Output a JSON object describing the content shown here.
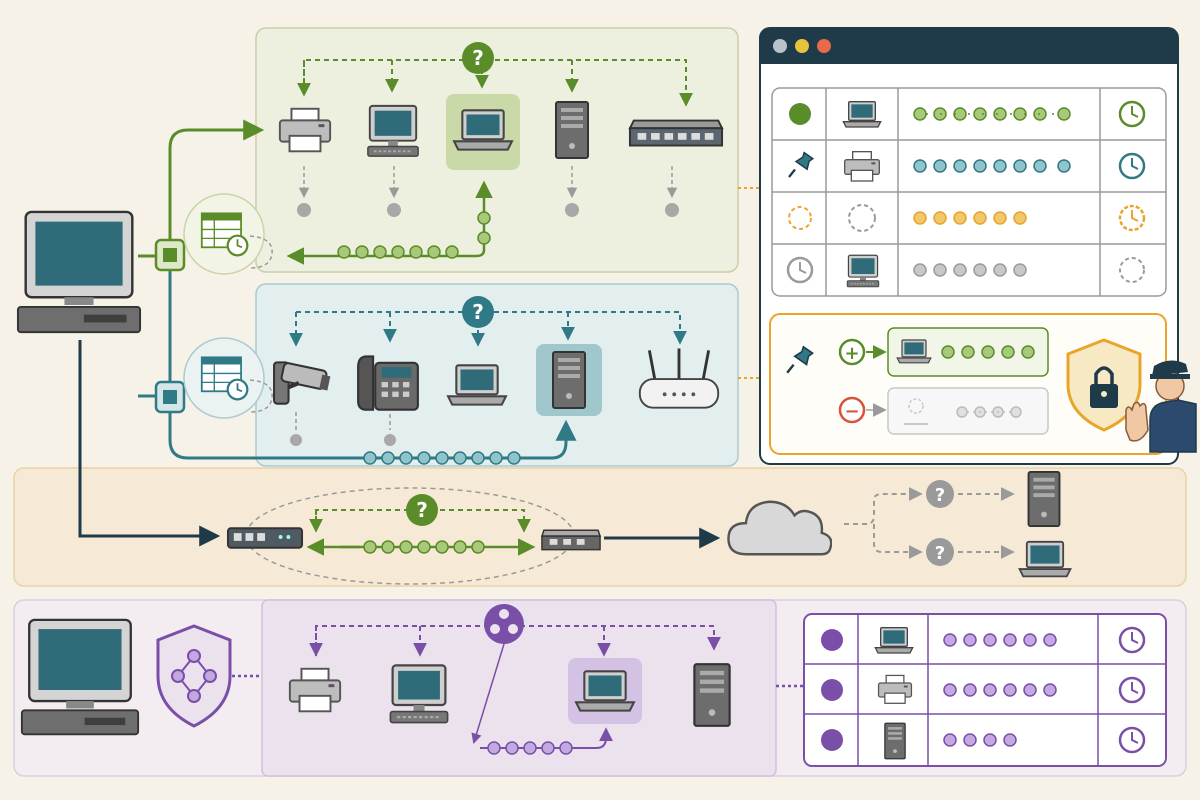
{
  "colors": {
    "background": "#f7f2e8",
    "green": "#5b8c2a",
    "green_light": "#a8c87a",
    "green_panel": "#eef0df",
    "teal": "#2f7a86",
    "teal_light": "#8fc4cb",
    "teal_panel": "#e3eeee",
    "orange": "#e8a52a",
    "orange_panel": "#f6ead6",
    "purple": "#7a4fa8",
    "purple_light": "#c4a8e0",
    "purple_panel": "#ece2ee",
    "gray": "#9a9a9a",
    "navy": "#1f3b4a",
    "red": "#d9523a"
  },
  "glyphs": {
    "question": "?",
    "plus": "+",
    "minus": "−"
  },
  "icons": {
    "workstation": "desktop-computer-icon",
    "printer": "printer-icon",
    "monitor": "monitor-keyboard-icon",
    "laptop": "laptop-icon",
    "tower": "server-tower-icon",
    "switch": "network-switch-icon",
    "camera": "security-camera-icon",
    "phone": "desk-phone-icon",
    "router": "wifi-router-icon",
    "cloud": "cloud-icon",
    "schedule": "schedule-table-clock-icon",
    "pin": "push-pin-icon",
    "clock": "clock-icon",
    "shield_lock": "shield-lock-icon",
    "guard": "security-guard-icon",
    "shield_network": "shield-network-icon",
    "hub": "network-hub-icon",
    "window_controls": [
      "window-control-gray",
      "window-control-yellow",
      "window-control-red"
    ]
  }
}
